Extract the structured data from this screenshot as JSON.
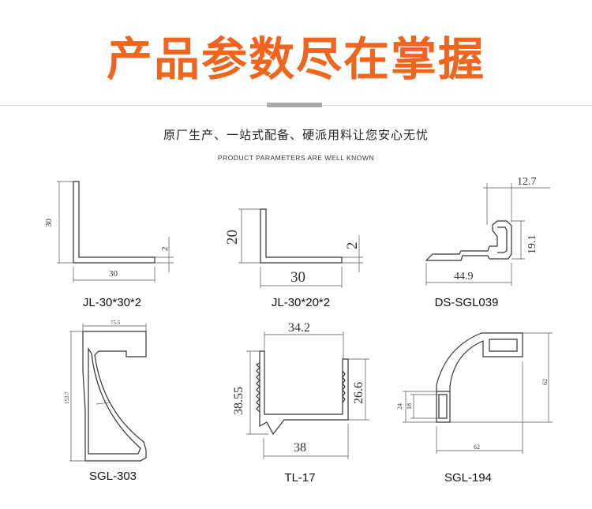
{
  "header": {
    "title": "产品参数尽在掌握",
    "subtitle": "原厂生产、一站式配备、硬派用料让您安心无忧",
    "subtitle_en": "PRODUCT PARAMETERS ARE WELL KNOWN"
  },
  "products": [
    {
      "name": "JL-30*30*2",
      "dims": [
        "30",
        "30",
        "2"
      ]
    },
    {
      "name": "JL-30*20*2",
      "dims": [
        "20",
        "30",
        "2"
      ]
    },
    {
      "name": "DS-SGL039",
      "dims": [
        "12.7",
        "19.1",
        "44.9"
      ]
    },
    {
      "name": "SGL-303",
      "dims": [
        "75.5",
        "153.7"
      ]
    },
    {
      "name": "TL-17",
      "dims": [
        "34.2",
        "38.55",
        "26.6",
        "38"
      ]
    },
    {
      "name": "SGL-194",
      "dims": [
        "62",
        "24",
        "18",
        "62"
      ]
    }
  ]
}
